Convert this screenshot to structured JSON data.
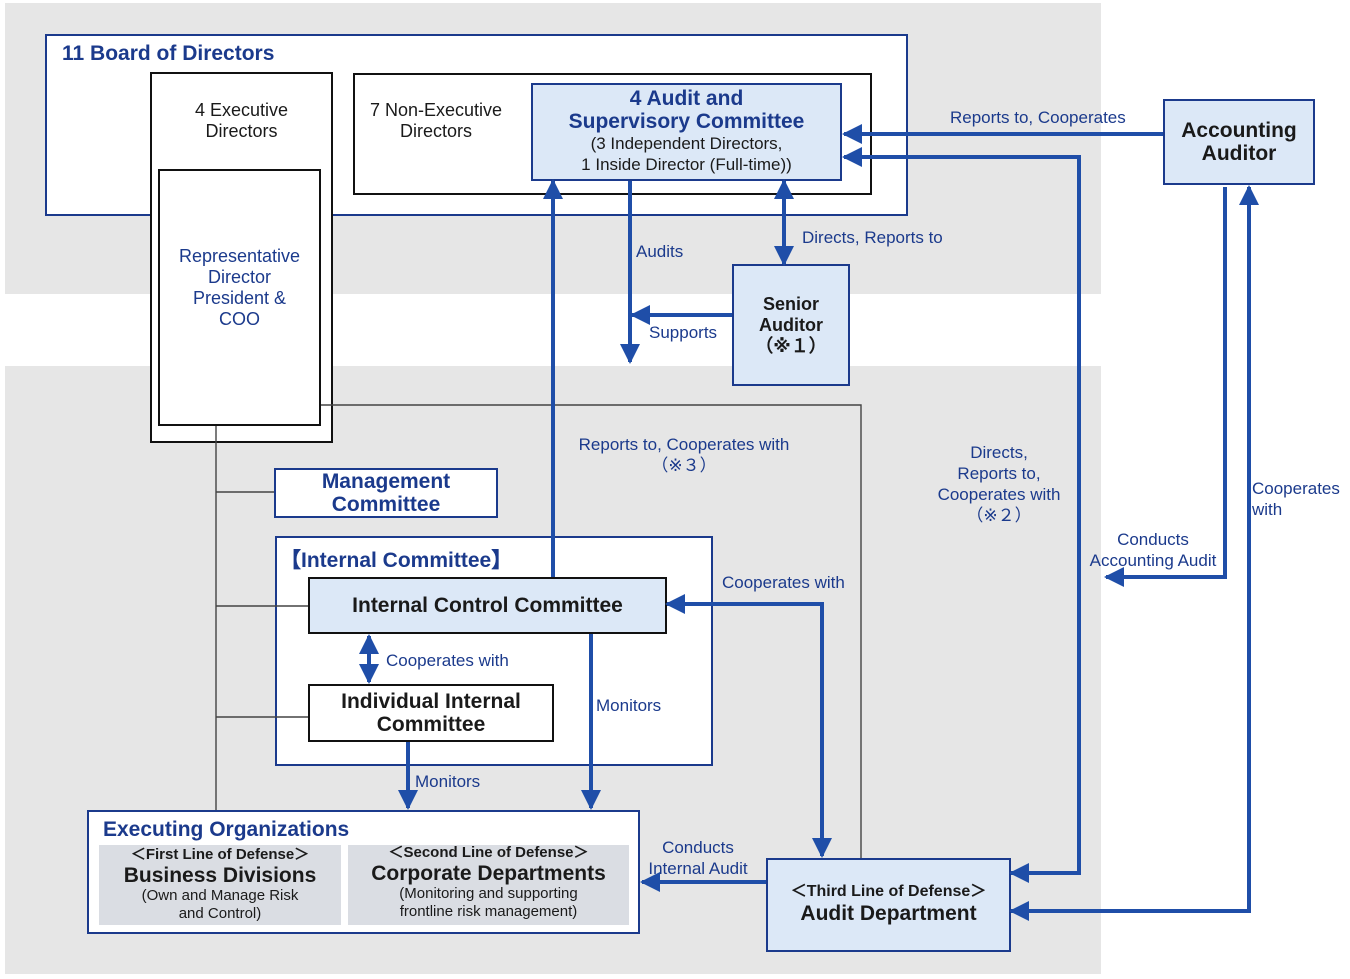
{
  "board": {
    "title": "11 Board of Directors"
  },
  "executive_directors": {
    "line1": "4 Executive",
    "line2": "Directors"
  },
  "representative_director": {
    "line1": "Representative",
    "line2": "Director",
    "line3": "President &",
    "line4": "COO"
  },
  "non_executive_directors": {
    "line1": "7 Non-Executive",
    "line2": "Directors"
  },
  "audit_committee": {
    "line1": "4 Audit and",
    "line2": "Supervisory Committee",
    "line3": "(3 Independent Directors,",
    "line4": "1 Inside Director (Full-time))"
  },
  "accounting_auditor": {
    "line1": "Accounting",
    "line2": "Auditor"
  },
  "senior_auditor": {
    "line1": "Senior",
    "line2": "Auditor",
    "line3": "（※１）"
  },
  "management_committee": {
    "line1": "Management",
    "line2": "Committee"
  },
  "internal_committee": {
    "title": "【Internal Committee】"
  },
  "internal_control_committee": {
    "label": "Internal Control Committee"
  },
  "individual_internal_committee": {
    "line1": "Individual Internal",
    "line2": "Committee"
  },
  "executing_orgs": {
    "title": "Executing Organizations",
    "first": {
      "tag": "＜First Line of Defense＞",
      "name": "Business Divisions",
      "desc1": "(Own and Manage Risk",
      "desc2": "and Control)"
    },
    "second": {
      "tag": "＜Second Line of Defense＞",
      "name": "Corporate Departments",
      "desc1": "(Monitoring and supporting",
      "desc2": "frontline risk management)"
    }
  },
  "audit_department": {
    "tag": "＜Third Line of Defense＞",
    "name": "Audit Department"
  },
  "arrows": {
    "reports_cooperates": "Reports to, Cooperates",
    "audits": "Audits",
    "directs_reports": "Directs, Reports to",
    "supports": "Supports",
    "reports_cooperates_with_1": "Reports to, Cooperates with",
    "reports_cooperates_with_2": "（※３）",
    "directs_1": "Directs,",
    "directs_2": "Reports to,",
    "directs_3": "Cooperates with",
    "directs_4": "（※２）",
    "cooperates_with_right_1": "Cooperates",
    "cooperates_with_right_2": "with",
    "conducts_accounting_1": "Conducts",
    "conducts_accounting_2": "Accounting Audit",
    "cooperates_with_icc": "Cooperates with",
    "cooperates_with_inner": "Cooperates with",
    "monitors_1": "Monitors",
    "monitors_2": "Monitors",
    "conducts_internal_1": "Conducts",
    "conducts_internal_2": "Internal Audit"
  },
  "colors": {
    "navy": "#1b3a8c",
    "arrow": "#1f4ea8",
    "box_fill": "#dce8f7",
    "band": "#e6e6e6",
    "gray_cell": "#dadde3"
  }
}
